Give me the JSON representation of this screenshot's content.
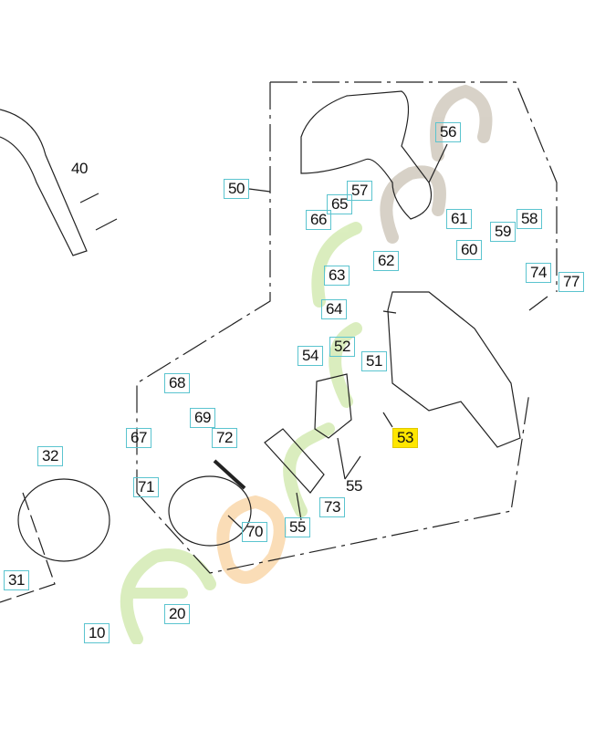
{
  "diagram": {
    "title": "Chain brake / clutch cover exploded view",
    "highlight_color": "#ffe600",
    "callout_border_color": "#5bc4cf",
    "highlighted_part": "53",
    "watermark": "forestgarden.com",
    "callouts": [
      {
        "id": "40",
        "label": "40",
        "boxed": false
      },
      {
        "id": "50",
        "label": "50",
        "boxed": true
      },
      {
        "id": "56",
        "label": "56",
        "boxed": true
      },
      {
        "id": "57",
        "label": "57",
        "boxed": true
      },
      {
        "id": "65",
        "label": "65",
        "boxed": true
      },
      {
        "id": "66",
        "label": "66",
        "boxed": true
      },
      {
        "id": "61",
        "label": "61",
        "boxed": true
      },
      {
        "id": "59",
        "label": "59",
        "boxed": true
      },
      {
        "id": "58",
        "label": "58",
        "boxed": true
      },
      {
        "id": "60",
        "label": "60",
        "boxed": true
      },
      {
        "id": "62",
        "label": "62",
        "boxed": true
      },
      {
        "id": "74",
        "label": "74",
        "boxed": true
      },
      {
        "id": "77",
        "label": "77",
        "boxed": true
      },
      {
        "id": "63",
        "label": "63",
        "boxed": true
      },
      {
        "id": "64",
        "label": "64",
        "boxed": true
      },
      {
        "id": "54",
        "label": "54",
        "boxed": true
      },
      {
        "id": "52",
        "label": "52",
        "boxed": true
      },
      {
        "id": "51",
        "label": "51",
        "boxed": true
      },
      {
        "id": "53",
        "label": "53",
        "boxed": true
      },
      {
        "id": "68",
        "label": "68",
        "boxed": true
      },
      {
        "id": "69",
        "label": "69",
        "boxed": true
      },
      {
        "id": "67",
        "label": "67",
        "boxed": true
      },
      {
        "id": "72",
        "label": "72",
        "boxed": true
      },
      {
        "id": "71",
        "label": "71",
        "boxed": true
      },
      {
        "id": "55a",
        "label": "55",
        "boxed": false
      },
      {
        "id": "73",
        "label": "73",
        "boxed": true
      },
      {
        "id": "55b",
        "label": "55",
        "boxed": true
      },
      {
        "id": "70",
        "label": "70",
        "boxed": true
      },
      {
        "id": "32",
        "label": "32",
        "boxed": true
      },
      {
        "id": "31",
        "label": "31",
        "boxed": true
      },
      {
        "id": "20",
        "label": "20",
        "boxed": true
      },
      {
        "id": "10",
        "label": "10",
        "boxed": true
      }
    ]
  }
}
